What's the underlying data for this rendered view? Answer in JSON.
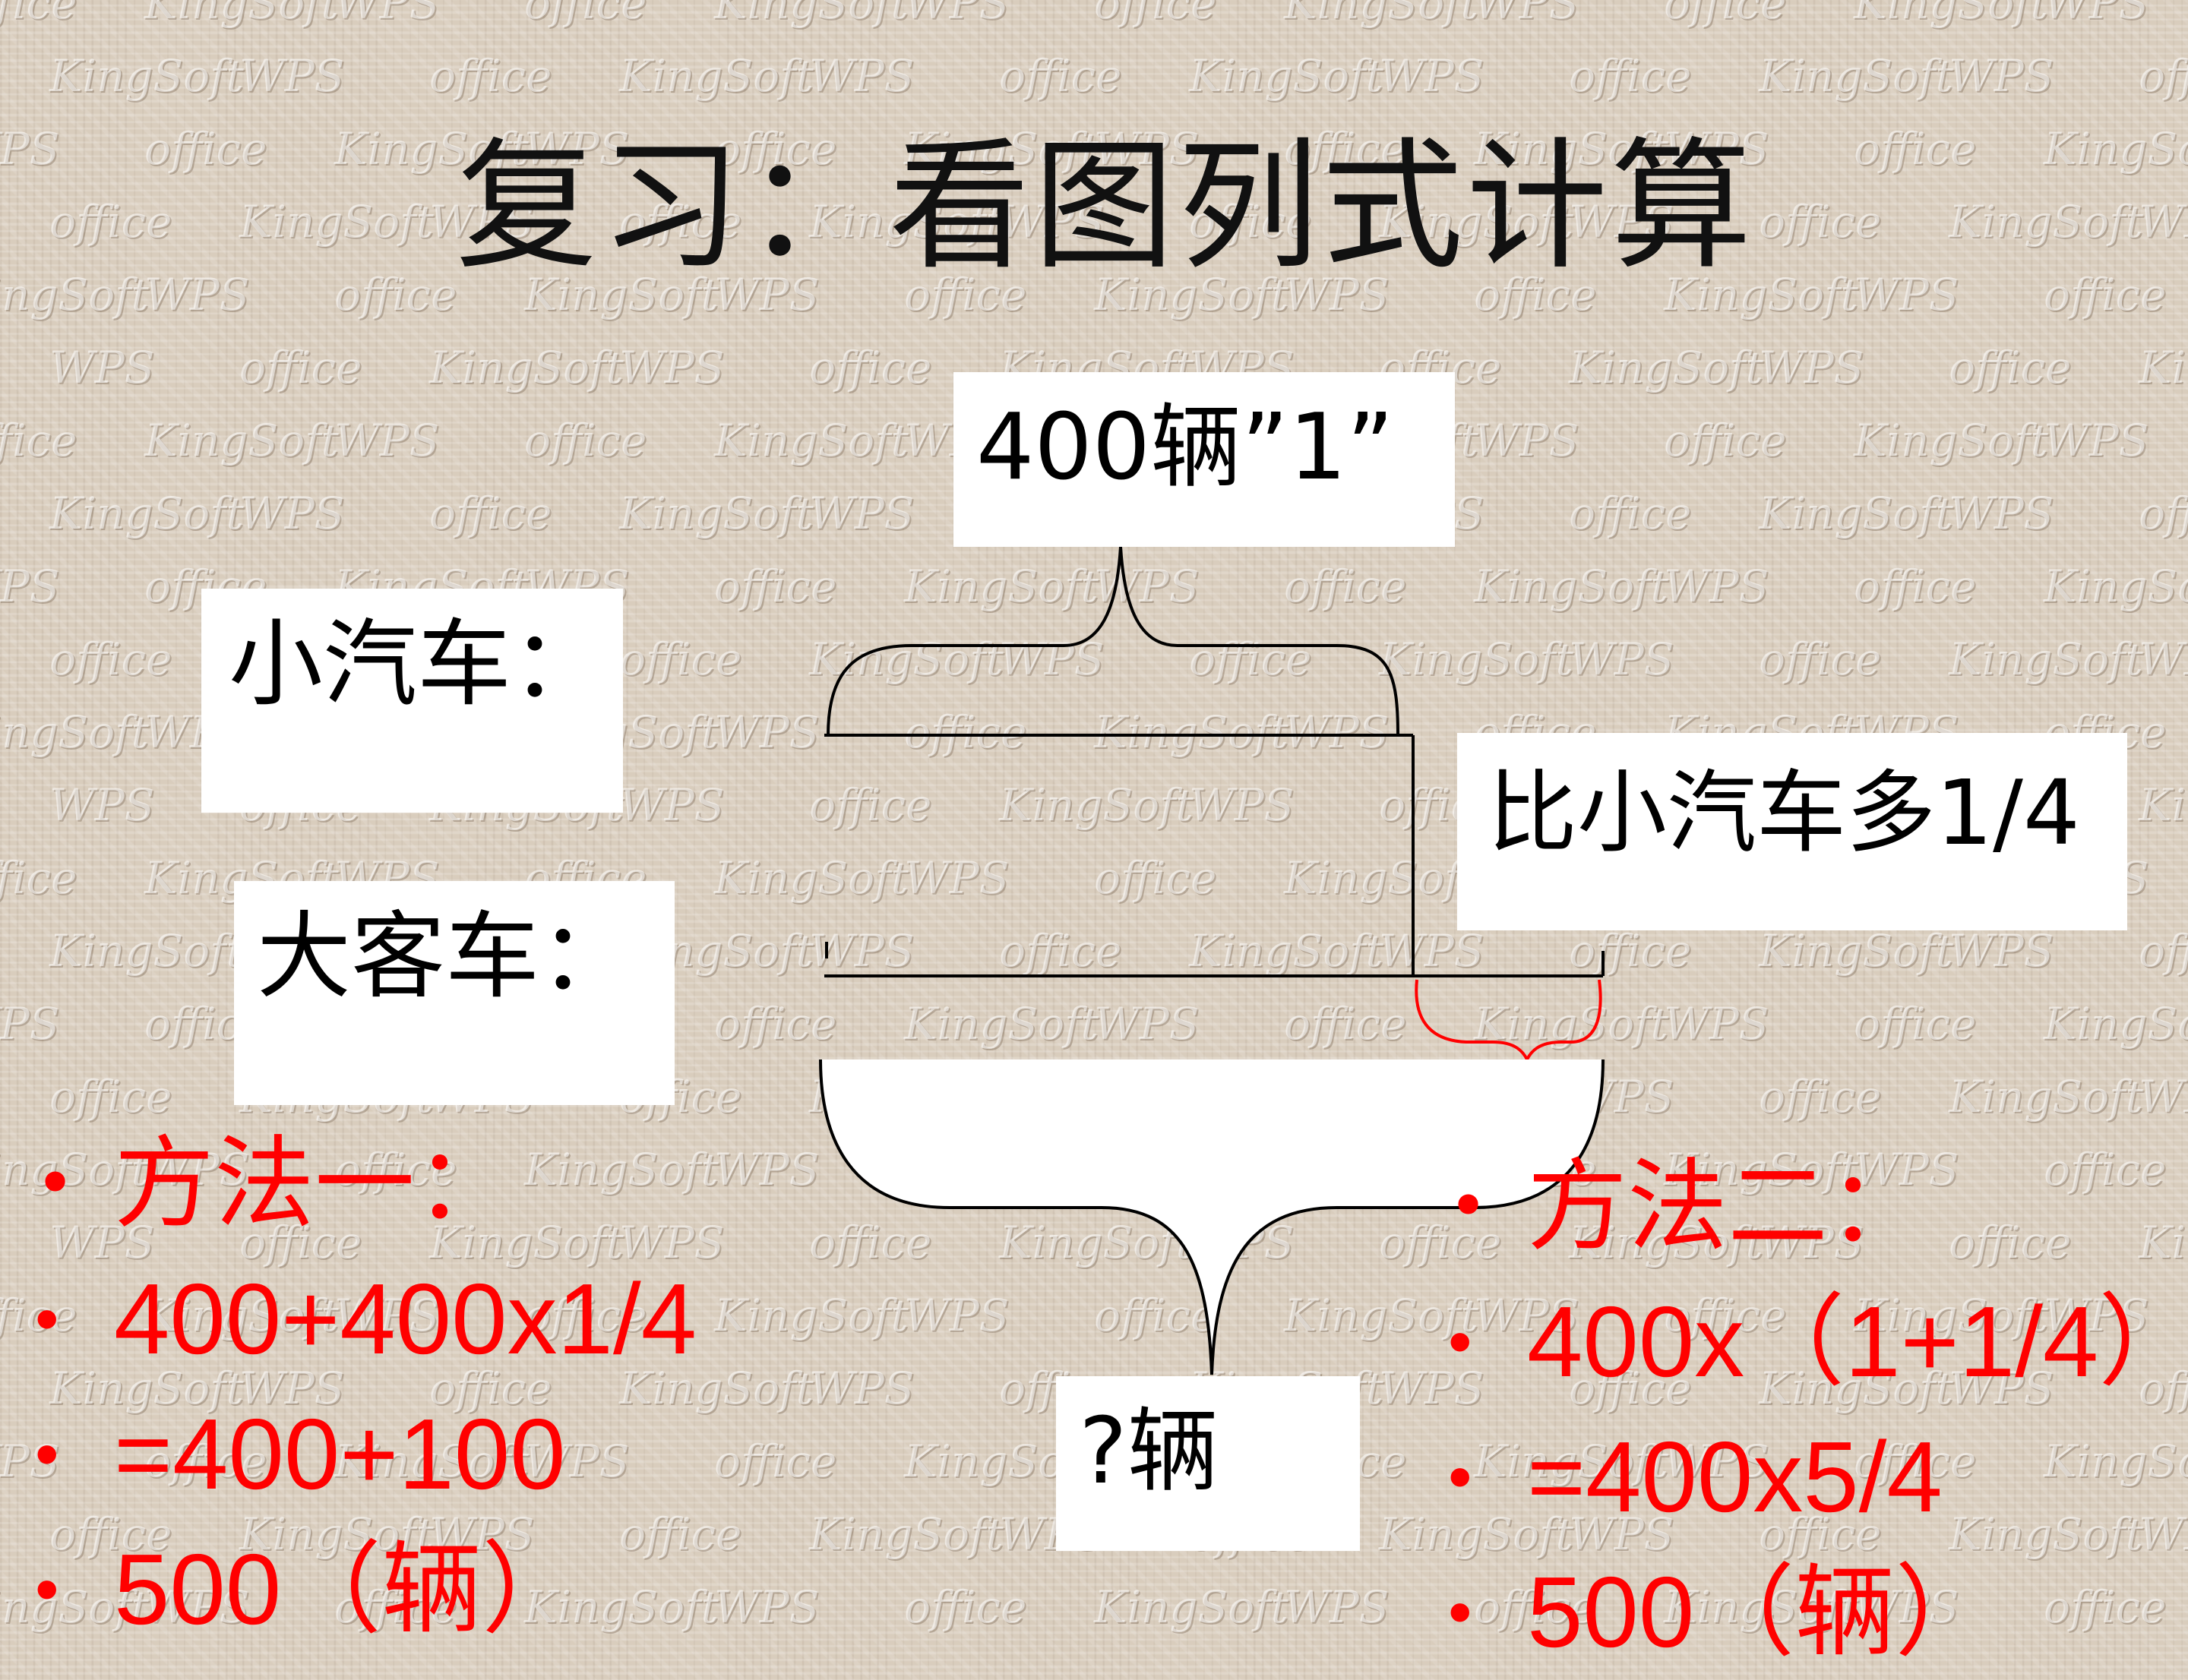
{
  "slide": {
    "title": "复习：看图列式计算",
    "watermark_words": [
      "office",
      "KingSoft",
      "WPS"
    ],
    "colors": {
      "background": "#d9cdbd",
      "text": "#000000",
      "accent": "#ff0000",
      "box": "#ffffff"
    }
  },
  "diagram": {
    "top_label": "400辆”1”",
    "car_label": "小汽车：",
    "bus_label": "大客车：",
    "more_label": "比小汽车多1/4",
    "question_label": "?辆"
  },
  "methods": {
    "left": {
      "heading": "方法一：",
      "steps": [
        "400+400x1/4",
        "=400+100",
        "500（辆）"
      ]
    },
    "right": {
      "heading": "方法二：",
      "steps": [
        "400x（1+1/4）",
        "=400x5/4",
        "500（辆）"
      ]
    }
  }
}
